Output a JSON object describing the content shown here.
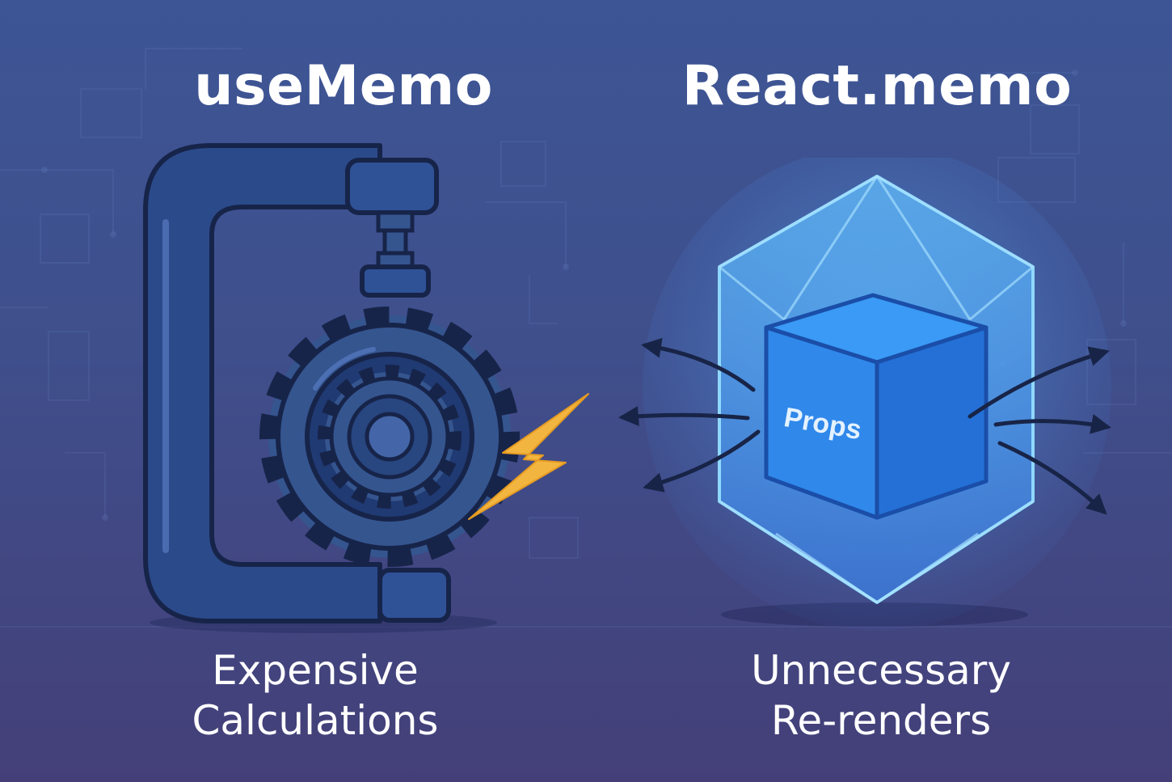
{
  "left_panel": {
    "title": "useMemo",
    "caption_line1": "Expensive",
    "caption_line2": "Calculations",
    "illustration": [
      "clamp-icon",
      "gear-icon",
      "lightning-bolt-icon"
    ]
  },
  "right_panel": {
    "title": "React.memo",
    "cube_label": "Props",
    "caption_line1": "Unnecessary",
    "caption_line2": "Re-renders",
    "illustration": [
      "crystal-shield-icon",
      "cube-icon",
      "arrow-icons"
    ]
  },
  "colors": {
    "background_top": "#3d5595",
    "background_bottom": "#443f78",
    "clamp": "#2b4a8a",
    "gear": "#35558f",
    "bolt": "#f2b640",
    "crystal": "#5ab4ff",
    "cube": "#2f86ea",
    "outline": "#172449"
  }
}
